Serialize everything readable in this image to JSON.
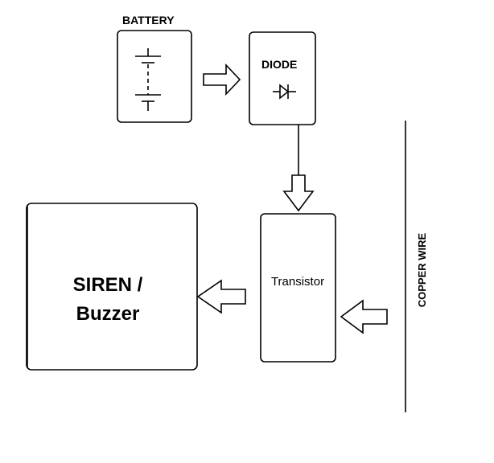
{
  "battery": {
    "label": "BATTERY"
  },
  "diode": {
    "label": "DIODE"
  },
  "transistor": {
    "label": "Transistor"
  },
  "siren": {
    "line1": "SIREN /",
    "line2": "Buzzer"
  },
  "copper_wire": {
    "label": "COPPER WIRE"
  }
}
